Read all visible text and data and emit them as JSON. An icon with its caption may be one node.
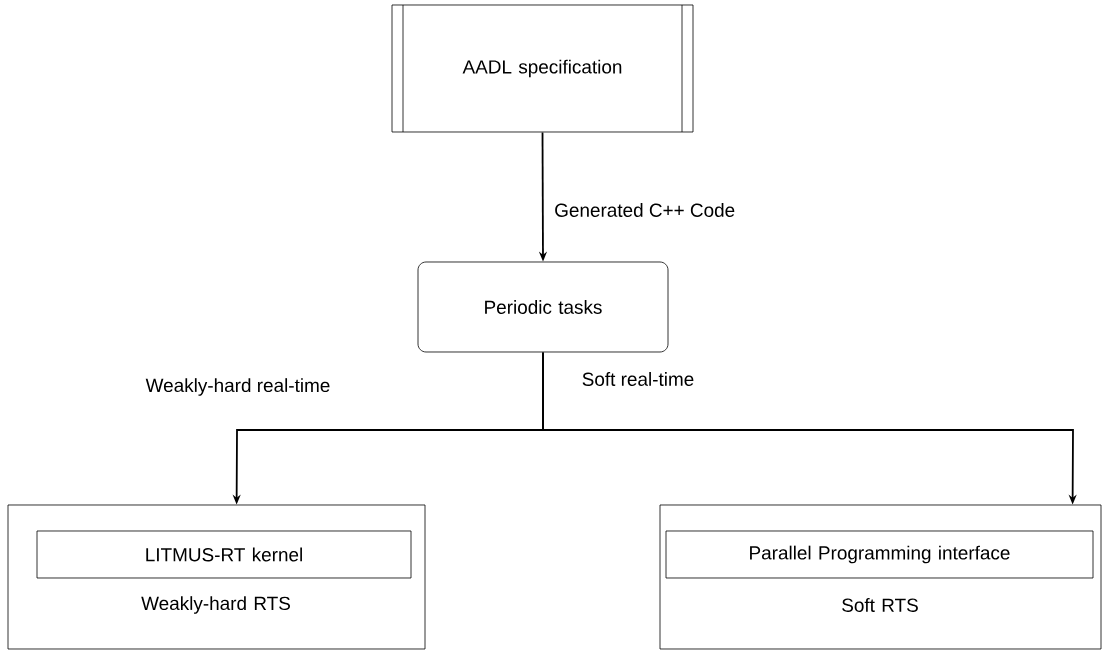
{
  "diagram": {
    "nodes": [
      {
        "text": [
          "AADL specification"
        ]
      },
      {
        "text": [
          "Periodic tasks"
        ]
      },
      {
        "text": [
          "Weakly-hard RTS"
        ]
      },
      {
        "text": [
          "LITMUS-RT kernel"
        ],
        "in": 2
      },
      {
        "text": [
          "Soft RTS"
        ]
      },
      {
        "text": [
          "Parallel Programming interface"
        ],
        "in": 4
      }
    ],
    "edges": [
      {
        "from": 0,
        "to": 1,
        "arrow": "to",
        "label": "Generated C++ Code"
      },
      {
        "from": 1,
        "to": 2,
        "arrow": "to",
        "label": "Weakly-hard real-time"
      },
      {
        "from": 1,
        "to": 4,
        "arrow": "to",
        "label": "Soft real-time"
      }
    ]
  }
}
